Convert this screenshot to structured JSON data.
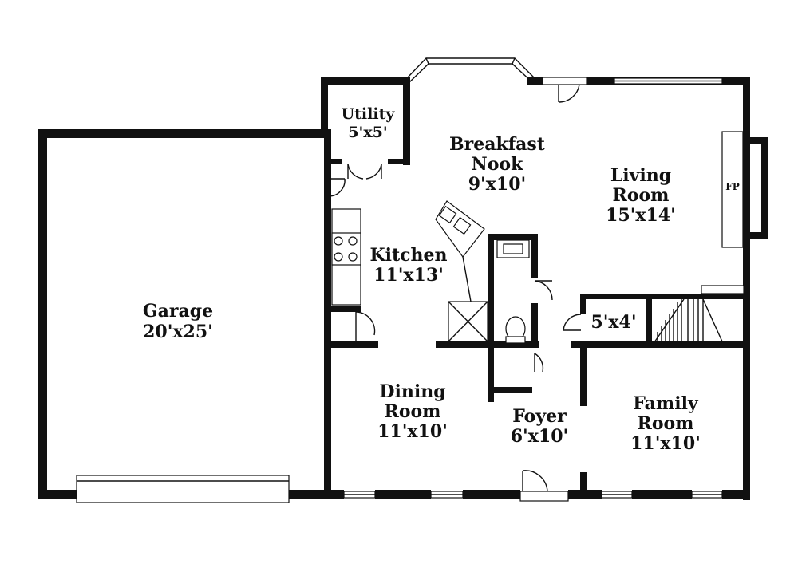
{
  "rooms": {
    "utility": {
      "name": "Utility",
      "dims": "5'x5'"
    },
    "breakfast": {
      "name_line1": "Breakfast",
      "name_line2": "Nook",
      "dims": "9'x10'"
    },
    "living": {
      "name_line1": "Living",
      "name_line2": "Room",
      "dims": "15'x14'"
    },
    "fireplace": {
      "label": "FP"
    },
    "kitchen": {
      "name": "Kitchen",
      "dims": "11'x13'"
    },
    "garage": {
      "name": "Garage",
      "dims": "20'x25'"
    },
    "closet": {
      "dims": "5'x4'"
    },
    "dining": {
      "name_line1": "Dining",
      "name_line2": "Room",
      "dims": "11'x10'"
    },
    "foyer": {
      "name": "Foyer",
      "dims": "6'x10'"
    },
    "family": {
      "name_line1": "Family",
      "name_line2": "Room",
      "dims": "11'x10'"
    }
  }
}
